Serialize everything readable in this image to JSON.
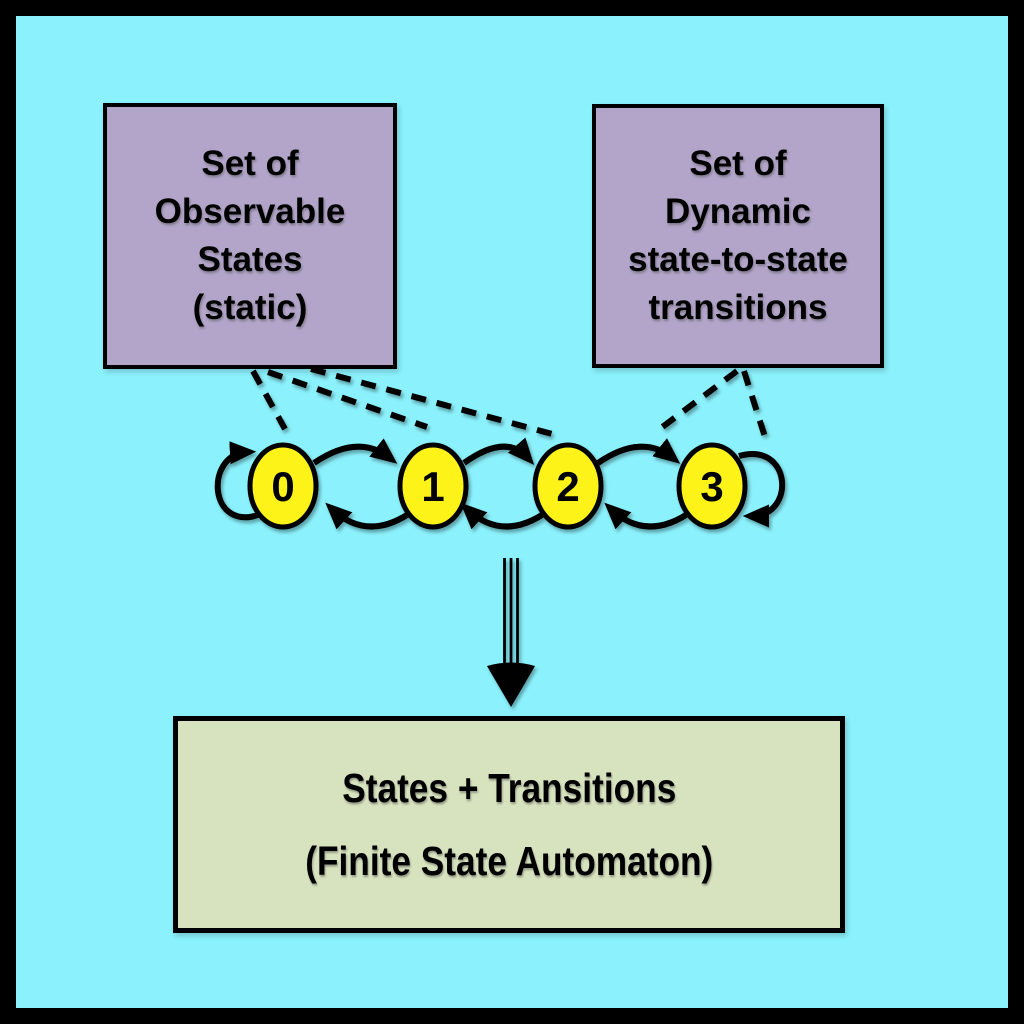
{
  "colors": {
    "frame": "#000000",
    "background": "#8BF1FC",
    "top_box_fill": "#B2A5C9",
    "result_box_fill": "#D7E2BE",
    "state_fill": "#FDF319",
    "line": "#000000"
  },
  "top_left_box": {
    "lines": [
      "Set of",
      "Observable",
      "States",
      "(static)"
    ]
  },
  "top_right_box": {
    "lines": [
      "Set of",
      "Dynamic",
      "state-to-state",
      "transitions"
    ]
  },
  "states": [
    "0",
    "1",
    "2",
    "3"
  ],
  "bottom_box": {
    "lines": [
      "States + Transitions",
      "(Finite State Automaton)"
    ]
  }
}
